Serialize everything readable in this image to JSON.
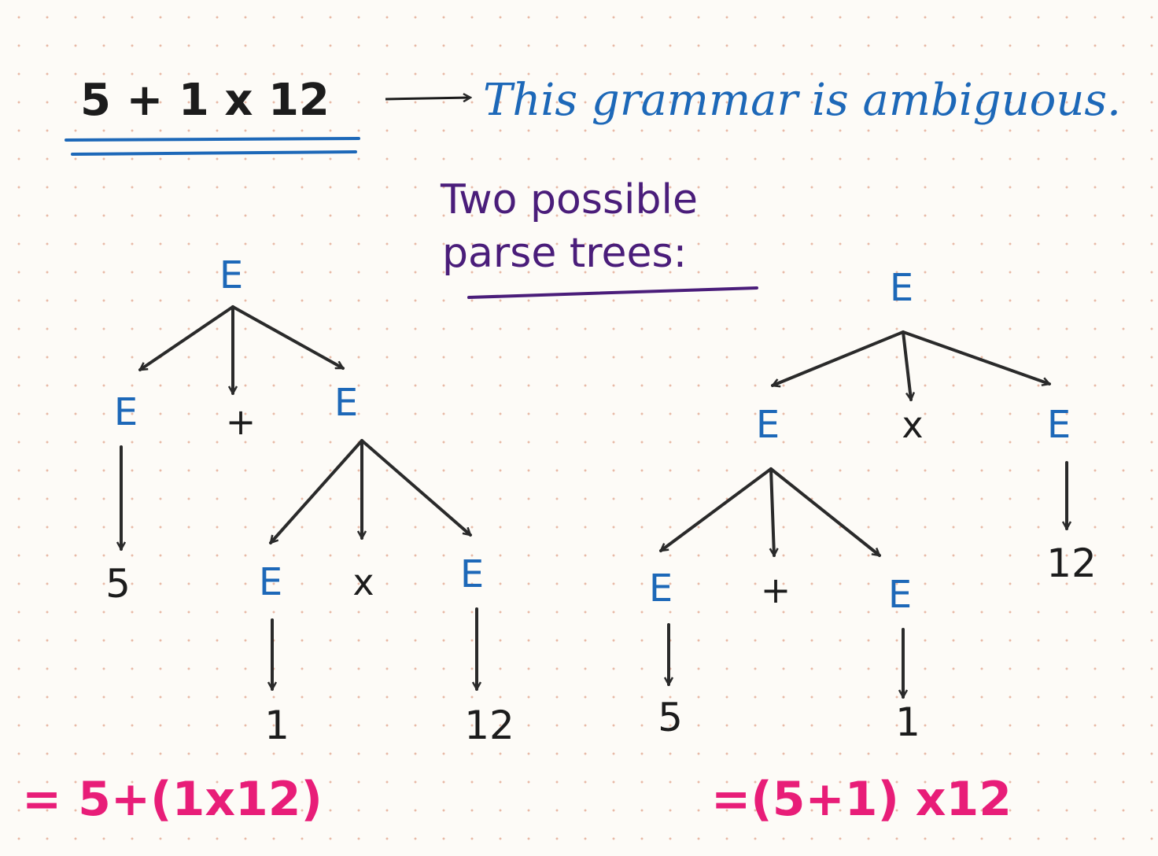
{
  "header": {
    "expression": "5 + 1 x 12",
    "statement": "This grammar is ambiguous."
  },
  "subtitle": {
    "line1": "Two possible",
    "line2": "parse trees:"
  },
  "tree_left": {
    "root": "E",
    "left": "E",
    "op": "+",
    "right": "E",
    "left_leaf": "5",
    "sub_left": "E",
    "sub_op": "x",
    "sub_right": "E",
    "sub_left_leaf": "1",
    "sub_right_leaf": "12",
    "result": "= 5+(1x12)"
  },
  "tree_right": {
    "root": "E",
    "left": "E",
    "op": "x",
    "right": "E",
    "right_leaf": "12",
    "sub_left": "E",
    "sub_op": "+",
    "sub_right": "E",
    "sub_left_leaf": "5",
    "sub_right_leaf": "1",
    "result": "=(5+1) x12"
  },
  "colors": {
    "nonterminal": "#1d68b8",
    "ink": "#1c1c1c",
    "title_purple": "#4a1d7a",
    "result_pink": "#e81d78",
    "underline_blue": "#1d68b8"
  }
}
